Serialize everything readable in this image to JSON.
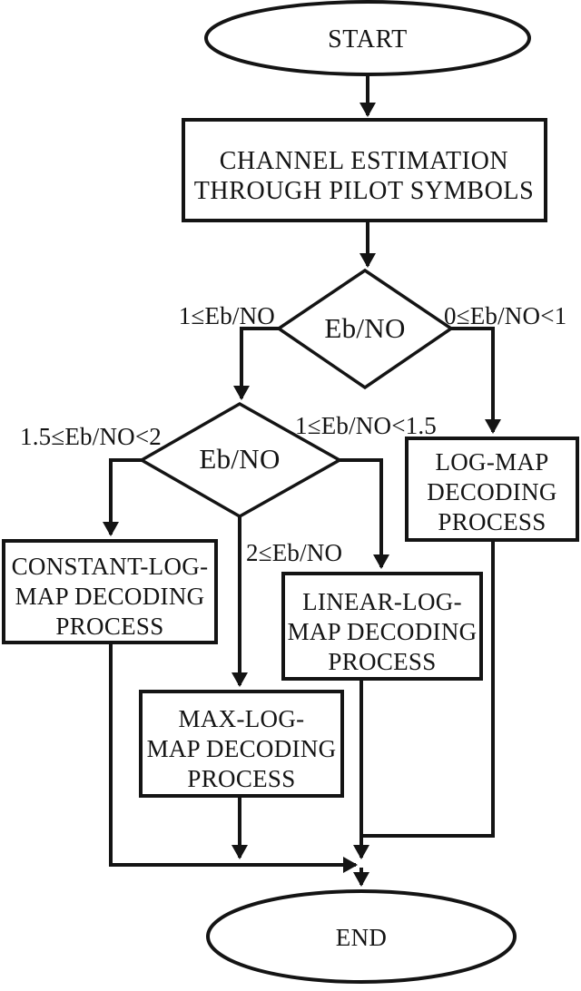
{
  "colors": {
    "stroke": "#141414",
    "background": "#ffffff"
  },
  "nodes": {
    "start": {
      "label": "START"
    },
    "channel": {
      "line1": "CHANNEL ESTIMATION",
      "line2": "THROUGH PILOT SYMBOLS"
    },
    "decision1": {
      "label": "Eb/NO"
    },
    "decision2": {
      "label": "Eb/NO"
    },
    "log_map": {
      "line1": "LOG-MAP",
      "line2": "DECODING",
      "line3": "PROCESS"
    },
    "constant_log_map": {
      "line1": "CONSTANT-LOG-",
      "line2": "MAP DECODING",
      "line3": "PROCESS"
    },
    "linear_log_map": {
      "line1": "LINEAR-LOG-",
      "line2": "MAP DECODING",
      "line3": "PROCESS"
    },
    "max_log_map": {
      "line1": "MAX-LOG-",
      "line2": "MAP DECODING",
      "line3": "PROCESS"
    },
    "end": {
      "label": "END"
    }
  },
  "conditions": {
    "d1_left": "1≤Eb/NO",
    "d1_right": "0≤Eb/NO<1",
    "d2_left": "1.5≤Eb/NO<2",
    "d2_right": "1≤Eb/NO<1.5",
    "d2_down": "2≤Eb/NO"
  }
}
